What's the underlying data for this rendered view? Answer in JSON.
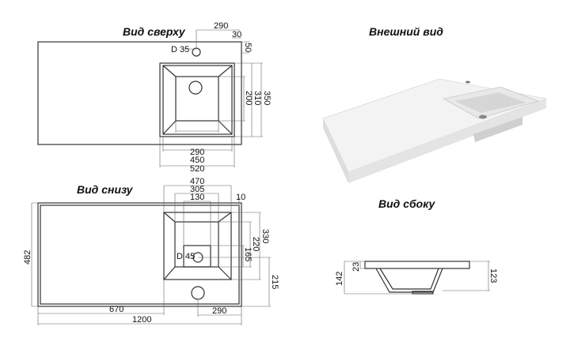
{
  "views": {
    "top": {
      "title": "Вид сверху",
      "dims": {
        "tap_offset": "290",
        "edge": "30",
        "tap_from_back": "50",
        "tap_hole": "D 35",
        "depth_outer": "350",
        "depth_mid": "310",
        "depth_inner": "200",
        "width_inner": "290",
        "width_mid": "450",
        "width_outer": "520"
      }
    },
    "exterior": {
      "title": "Внешний вид"
    },
    "bottom": {
      "title": "Вид снизу",
      "dims": {
        "width_outer": "470",
        "width_mid": "305",
        "width_inner": "130",
        "edge": "10",
        "depth_outer": "330",
        "depth_mid": "220",
        "depth_inner": "165",
        "drain_offset": "215",
        "drain": "D 45",
        "total_depth": "482",
        "left_offset": "670",
        "total_length": "1200",
        "right_offset": "290"
      }
    },
    "side": {
      "title": "Вид сбоку",
      "dims": {
        "total_height": "142",
        "slab": "23",
        "bowl_height": "123"
      }
    }
  }
}
